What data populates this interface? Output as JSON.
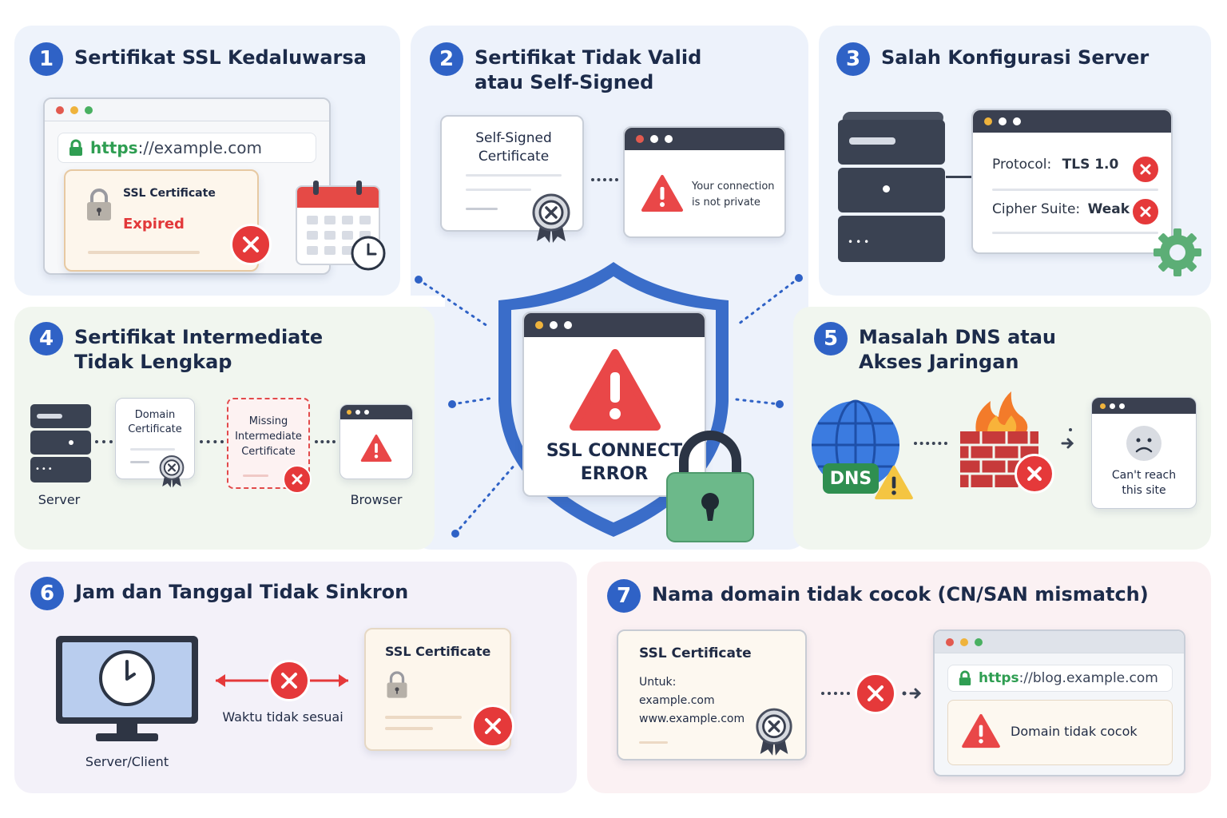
{
  "center": {
    "title": "SSL CONNECT\nERROR"
  },
  "p1": {
    "num": "1",
    "title": "Sertifikat SSL Kedaluwarsa",
    "url_scheme": "https",
    "url_rest": "://example.com",
    "cert_label": "SSL Certificate",
    "status": "Expired"
  },
  "p2": {
    "num": "2",
    "title": "Sertifikat Tidak Valid\natau Self-Signed",
    "cert_label": "Self-Signed\nCertificate",
    "warning": "Your connection\nis not private"
  },
  "p3": {
    "num": "3",
    "title": "Salah Konfigurasi Server",
    "rows": [
      {
        "key": "Protocol:",
        "value": "TLS 1.0"
      },
      {
        "key": "Cipher Suite:",
        "value": "Weak"
      }
    ]
  },
  "p4": {
    "num": "4",
    "title": "Sertifikat Intermediate\nTidak Lengkap",
    "server": "Server",
    "domain_cert": "Domain\nCertificate",
    "missing": "Missing\nIntermediate\nCertificate",
    "browser": "Browser"
  },
  "p5": {
    "num": "5",
    "title": "Masalah DNS atau\nAkses Jaringan",
    "dns": "DNS",
    "cant_reach": "Can't reach\nthis site"
  },
  "p6": {
    "num": "6",
    "title": "Jam dan Tanggal Tidak Sinkron",
    "device": "Server/Client",
    "mismatch": "Waktu tidak sesuai",
    "cert_label": "SSL Certificate"
  },
  "p7": {
    "num": "7",
    "title": "Nama domain tidak cocok (CN/SAN mismatch)",
    "cert_label": "SSL Certificate",
    "for_label": "Untuk:",
    "domains": [
      "example.com",
      "www.example.com"
    ],
    "url_scheme": "https",
    "url_rest": "://blog.example.com",
    "error": "Domain tidak cocok"
  },
  "colors": {
    "accent": "#2f62c6",
    "error": "#e5393a",
    "lock_green": "#6cb98a",
    "warn": "#e94748"
  }
}
